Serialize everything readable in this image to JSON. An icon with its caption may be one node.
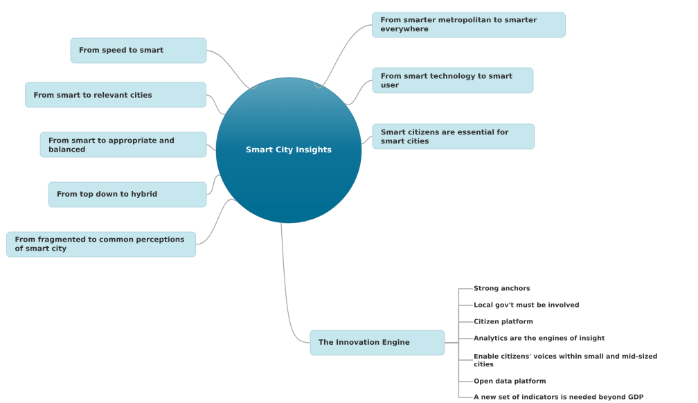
{
  "diagram": {
    "nodes": [
      {
        "text": [
          "Smart City Insights"
        ]
      },
      {
        "text": [
          "From smarter metropolitan to smarter everywhere"
        ]
      },
      {
        "text": [
          "From smart technology to smart user"
        ]
      },
      {
        "text": [
          "Smart citizens are essential for smart cities"
        ]
      },
      {
        "text": [
          "From speed to smart"
        ]
      },
      {
        "text": [
          "From smart to relevant cities"
        ]
      },
      {
        "text": [
          "From smart to appropriate and balanced"
        ]
      },
      {
        "text": [
          "From top down to hybrid"
        ]
      },
      {
        "text": [
          "From fragmented to common perceptions of smart city"
        ]
      },
      {
        "text": [
          "The Innovation Engine"
        ]
      },
      {
        "text": [
          "Strong anchors"
        ]
      },
      {
        "text": [
          "Local gov't must be involved"
        ]
      },
      {
        "text": [
          "Citizen platform"
        ]
      },
      {
        "text": [
          "Analytics are the engines of insight"
        ]
      },
      {
        "text": [
          "Enable citizens' voices within small and mid-sized cities"
        ]
      },
      {
        "text": [
          "Open data platform"
        ]
      },
      {
        "text": [
          "A new set of indicators is needed beyond GDP"
        ]
      }
    ],
    "edges": [
      {
        "from": 0,
        "to": 1,
        "arrow": "none"
      },
      {
        "from": 0,
        "to": 2,
        "arrow": "none"
      },
      {
        "from": 0,
        "to": 3,
        "arrow": "none"
      },
      {
        "from": 0,
        "to": 4,
        "arrow": "none"
      },
      {
        "from": 0,
        "to": 5,
        "arrow": "none"
      },
      {
        "from": 0,
        "to": 6,
        "arrow": "none"
      },
      {
        "from": 0,
        "to": 7,
        "arrow": "none"
      },
      {
        "from": 0,
        "to": 8,
        "arrow": "none"
      },
      {
        "from": 0,
        "to": 9,
        "arrow": "none"
      },
      {
        "from": 9,
        "to": 10,
        "arrow": "none"
      },
      {
        "from": 9,
        "to": 11,
        "arrow": "none"
      },
      {
        "from": 9,
        "to": 12,
        "arrow": "none"
      },
      {
        "from": 9,
        "to": 13,
        "arrow": "none"
      },
      {
        "from": 9,
        "to": 14,
        "arrow": "none"
      },
      {
        "from": 9,
        "to": 15,
        "arrow": "none"
      },
      {
        "from": 9,
        "to": 16,
        "arrow": "none"
      }
    ]
  }
}
